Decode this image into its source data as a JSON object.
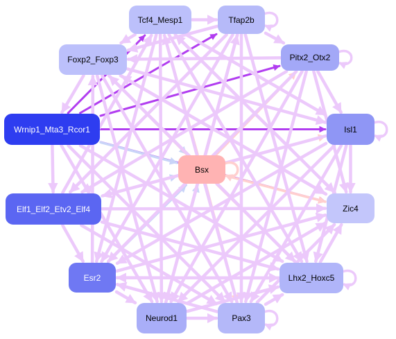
{
  "network": {
    "nodes": [
      {
        "id": "tcf4",
        "label": "Tcf4_Mesp1",
        "fill": "#bcc0fb",
        "text_color": "#000000"
      },
      {
        "id": "tfap2b",
        "label": "Tfap2b",
        "fill": "#b6baf9",
        "text_color": "#000000"
      },
      {
        "id": "pitx2",
        "label": "Pitx2_Otx2",
        "fill": "#a3a8f7",
        "text_color": "#000000"
      },
      {
        "id": "foxp2",
        "label": "Foxp2_Foxp3",
        "fill": "#bcc0fb",
        "text_color": "#000000"
      },
      {
        "id": "wrnip1",
        "label": "Wrnip1_Mta3_Rcor1",
        "fill": "#2e3df0",
        "text_color": "#ffffff"
      },
      {
        "id": "isl1",
        "label": "Isl1",
        "fill": "#8f96f5",
        "text_color": "#000000"
      },
      {
        "id": "bsx",
        "label": "Bsx",
        "fill": "#ffb3b3",
        "text_color": "#000000"
      },
      {
        "id": "elf1",
        "label": "Elf1_Elf2_Etv2_Elf4",
        "fill": "#5b66f2",
        "text_color": "#ffffff"
      },
      {
        "id": "zic4",
        "label": "Zic4",
        "fill": "#c3c6fb",
        "text_color": "#000000"
      },
      {
        "id": "esr2",
        "label": "Esr2",
        "fill": "#6f78f3",
        "text_color": "#ffffff"
      },
      {
        "id": "lhx2",
        "label": "Lhx2_Hoxc5",
        "fill": "#b0b5f9",
        "text_color": "#000000"
      },
      {
        "id": "neurod1",
        "label": "Neurod1",
        "fill": "#a9aef8",
        "text_color": "#000000"
      },
      {
        "id": "pax3",
        "label": "Pax3",
        "fill": "#b4b8f9",
        "text_color": "#000000"
      }
    ],
    "edges": [
      {
        "source": "wrnip1",
        "target": "tcf4",
        "color": "#b13df0"
      },
      {
        "source": "wrnip1",
        "target": "tfap2b",
        "color": "#b13df0"
      },
      {
        "source": "wrnip1",
        "target": "pitx2",
        "color": "#b13df0"
      },
      {
        "source": "wrnip1",
        "target": "isl1",
        "color": "#b13df0"
      },
      {
        "source": "wrnip1",
        "target": "zic4",
        "color": "#b13df0"
      },
      {
        "source": "wrnip1",
        "target": "bsx",
        "color": "#c9d4f8"
      },
      {
        "source": "elf1",
        "target": "bsx",
        "color": "#c9d4f8"
      },
      {
        "source": "esr2",
        "target": "bsx",
        "color": "#c9d4f8"
      },
      {
        "source": "neurod1",
        "target": "bsx",
        "color": "#c9d4f8"
      },
      {
        "source": "foxp2",
        "target": "bsx",
        "color": "#c9d4f8"
      },
      {
        "source": "bsx",
        "target": "tfap2b",
        "color": "#ffcfcf"
      },
      {
        "source": "bsx",
        "target": "pitx2",
        "color": "#ffcfcf"
      },
      {
        "source": "bsx",
        "target": "isl1",
        "color": "#ffcfcf"
      },
      {
        "source": "bsx",
        "target": "zic4",
        "color": "#ffcfcf"
      },
      {
        "source": "bsx",
        "target": "lhx2",
        "color": "#ffcfcf"
      },
      {
        "source": "bsx",
        "target": "pax3",
        "color": "#ffcfcf"
      },
      {
        "source": "bsx",
        "target": "tcf4",
        "color": "#ffcfcf"
      },
      {
        "source": "bsx",
        "target": "foxp2",
        "color": "#ffcfcf"
      },
      {
        "source": "bsx",
        "target": "elf1",
        "color": "#ffcfcf"
      },
      {
        "source": "tcf4",
        "target": "tfap2b",
        "color": "#ecc9fb"
      },
      {
        "source": "tcf4",
        "target": "foxp2",
        "color": "#ecc9fb"
      },
      {
        "source": "tcf4",
        "target": "isl1",
        "color": "#ecc9fb"
      },
      {
        "source": "tcf4",
        "target": "lhx2",
        "color": "#ecc9fb"
      },
      {
        "source": "tcf4",
        "target": "neurod1",
        "color": "#ecc9fb"
      },
      {
        "source": "tcf4",
        "target": "esr2",
        "color": "#ecc9fb"
      },
      {
        "source": "tcf4",
        "target": "zic4",
        "color": "#ecc9fb"
      },
      {
        "source": "tfap2b",
        "target": "pitx2",
        "color": "#ecc9fb"
      },
      {
        "source": "tfap2b",
        "target": "foxp2",
        "color": "#ecc9fb"
      },
      {
        "source": "tfap2b",
        "target": "elf1",
        "color": "#ecc9fb"
      },
      {
        "source": "tfap2b",
        "target": "esr2",
        "color": "#ecc9fb"
      },
      {
        "source": "tfap2b",
        "target": "neurod1",
        "color": "#ecc9fb"
      },
      {
        "source": "tfap2b",
        "target": "pax3",
        "color": "#ecc9fb"
      },
      {
        "source": "tfap2b",
        "target": "lhx2",
        "color": "#ecc9fb"
      },
      {
        "source": "pitx2",
        "target": "isl1",
        "color": "#ecc9fb"
      },
      {
        "source": "pitx2",
        "target": "foxp2",
        "color": "#ecc9fb"
      },
      {
        "source": "pitx2",
        "target": "elf1",
        "color": "#ecc9fb"
      },
      {
        "source": "pitx2",
        "target": "esr2",
        "color": "#ecc9fb"
      },
      {
        "source": "pitx2",
        "target": "neurod1",
        "color": "#ecc9fb"
      },
      {
        "source": "pitx2",
        "target": "pax3",
        "color": "#ecc9fb"
      },
      {
        "source": "pitx2",
        "target": "zic4",
        "color": "#ecc9fb"
      },
      {
        "source": "foxp2",
        "target": "wrnip1",
        "color": "#ecc9fb"
      },
      {
        "source": "foxp2",
        "target": "lhx2",
        "color": "#ecc9fb"
      },
      {
        "source": "foxp2",
        "target": "pax3",
        "color": "#ecc9fb"
      },
      {
        "source": "foxp2",
        "target": "neurod1",
        "color": "#ecc9fb"
      },
      {
        "source": "foxp2",
        "target": "zic4",
        "color": "#ecc9fb"
      },
      {
        "source": "foxp2",
        "target": "isl1",
        "color": "#ecc9fb"
      },
      {
        "source": "isl1",
        "target": "zic4",
        "color": "#ecc9fb"
      },
      {
        "source": "isl1",
        "target": "lhx2",
        "color": "#ecc9fb"
      },
      {
        "source": "isl1",
        "target": "pax3",
        "color": "#ecc9fb"
      },
      {
        "source": "isl1",
        "target": "neurod1",
        "color": "#ecc9fb"
      },
      {
        "source": "isl1",
        "target": "esr2",
        "color": "#ecc9fb"
      },
      {
        "source": "isl1",
        "target": "elf1",
        "color": "#ecc9fb"
      },
      {
        "source": "wrnip1",
        "target": "elf1",
        "color": "#ecc9fb"
      },
      {
        "source": "wrnip1",
        "target": "lhx2",
        "color": "#ecc9fb"
      },
      {
        "source": "wrnip1",
        "target": "pax3",
        "color": "#ecc9fb"
      },
      {
        "source": "wrnip1",
        "target": "neurod1",
        "color": "#ecc9fb"
      },
      {
        "source": "elf1",
        "target": "esr2",
        "color": "#ecc9fb"
      },
      {
        "source": "elf1",
        "target": "lhx2",
        "color": "#ecc9fb"
      },
      {
        "source": "elf1",
        "target": "pax3",
        "color": "#ecc9fb"
      },
      {
        "source": "elf1",
        "target": "zic4",
        "color": "#ecc9fb"
      },
      {
        "source": "elf1",
        "target": "tcf4",
        "color": "#ecc9fb"
      },
      {
        "source": "esr2",
        "target": "neurod1",
        "color": "#ecc9fb"
      },
      {
        "source": "esr2",
        "target": "lhx2",
        "color": "#ecc9fb"
      },
      {
        "source": "esr2",
        "target": "zic4",
        "color": "#ecc9fb"
      },
      {
        "source": "esr2",
        "target": "foxp2",
        "color": "#ecc9fb"
      },
      {
        "source": "neurod1",
        "target": "pax3",
        "color": "#ecc9fb"
      },
      {
        "source": "neurod1",
        "target": "lhx2",
        "color": "#ecc9fb"
      },
      {
        "source": "neurod1",
        "target": "zic4",
        "color": "#ecc9fb"
      },
      {
        "source": "pax3",
        "target": "lhx2",
        "color": "#ecc9fb"
      },
      {
        "source": "pax3",
        "target": "zic4",
        "color": "#ecc9fb"
      },
      {
        "source": "pax3",
        "target": "esr2",
        "color": "#ecc9fb"
      },
      {
        "source": "lhx2",
        "target": "zic4",
        "color": "#ecc9fb"
      },
      {
        "source": "lhx2",
        "target": "esr2",
        "color": "#ecc9fb"
      },
      {
        "source": "zic4",
        "target": "tcf4",
        "color": "#ecc9fb"
      },
      {
        "source": "zic4",
        "target": "foxp2",
        "color": "#ecc9fb"
      },
      {
        "source": "lhx2",
        "target": "foxp2",
        "color": "#ecc9fb"
      },
      {
        "source": "neurod1",
        "target": "tfap2b",
        "color": "#ecc9fb"
      },
      {
        "source": "pax3",
        "target": "tcf4",
        "color": "#ecc9fb"
      }
    ],
    "self_loops": [
      {
        "node": "tfap2b",
        "color": "#ecc9fb"
      },
      {
        "node": "pitx2",
        "color": "#ecc9fb"
      },
      {
        "node": "isl1",
        "color": "#ecc9fb"
      },
      {
        "node": "lhx2",
        "color": "#ecc9fb"
      },
      {
        "node": "pax3",
        "color": "#ecc9fb"
      },
      {
        "node": "bsx",
        "color": "#ffcfcf"
      }
    ]
  }
}
